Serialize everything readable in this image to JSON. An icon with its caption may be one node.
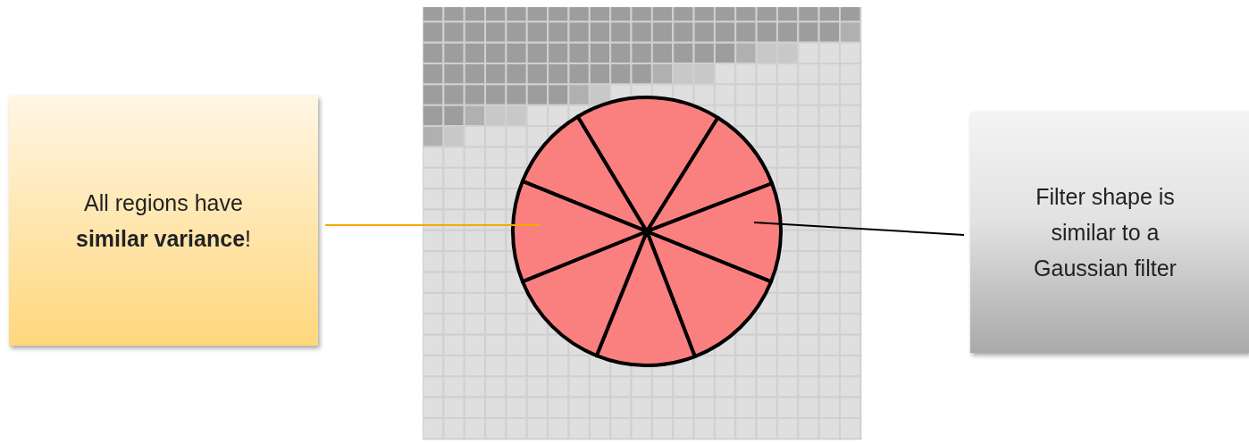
{
  "diagram": {
    "nodes": [
      {
        "text": [
          "All regions have **similar variance**!"
        ]
      },
      {
        "text": [
          "Filter shape is similar to a Gaussian filter"
        ]
      },
      {
        "text": [],
        "shape": "wedge"
      },
      {
        "text": [],
        "shape": "wedge"
      }
    ],
    "edges": [
      {
        "from": 0,
        "to": 2,
        "arrow": "none",
        "color": "#f5a800"
      },
      {
        "from": 1,
        "to": 3,
        "arrow": "none",
        "color": "#000000"
      }
    ]
  }
}
